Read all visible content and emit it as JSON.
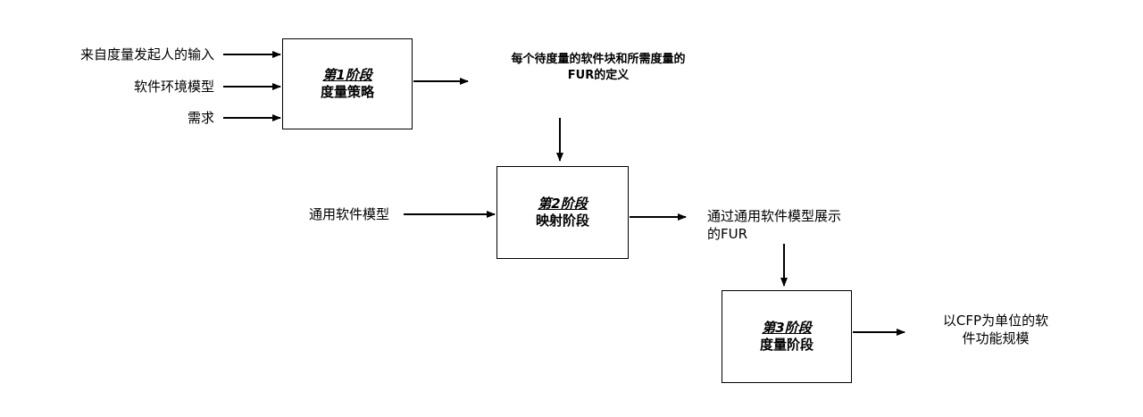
{
  "stage1": {
    "title": "第1阶段",
    "name": "度量策略",
    "inputs": [
      "来自度量发起人的输入",
      "软件环境模型",
      "需求"
    ],
    "output_line1": "每个待度量的软件块和所需度量的",
    "output_line2": "FUR的定义"
  },
  "stage2": {
    "title": "第2阶段",
    "name": "映射阶段",
    "input": "通用软件模型",
    "output_line1": "通过通用软件模型展示",
    "output_line2": "的FUR"
  },
  "stage3": {
    "title": "第3阶段",
    "name": "度量阶段",
    "output_line1": "以CFP为单位的软",
    "output_line2": "件功能规模"
  }
}
